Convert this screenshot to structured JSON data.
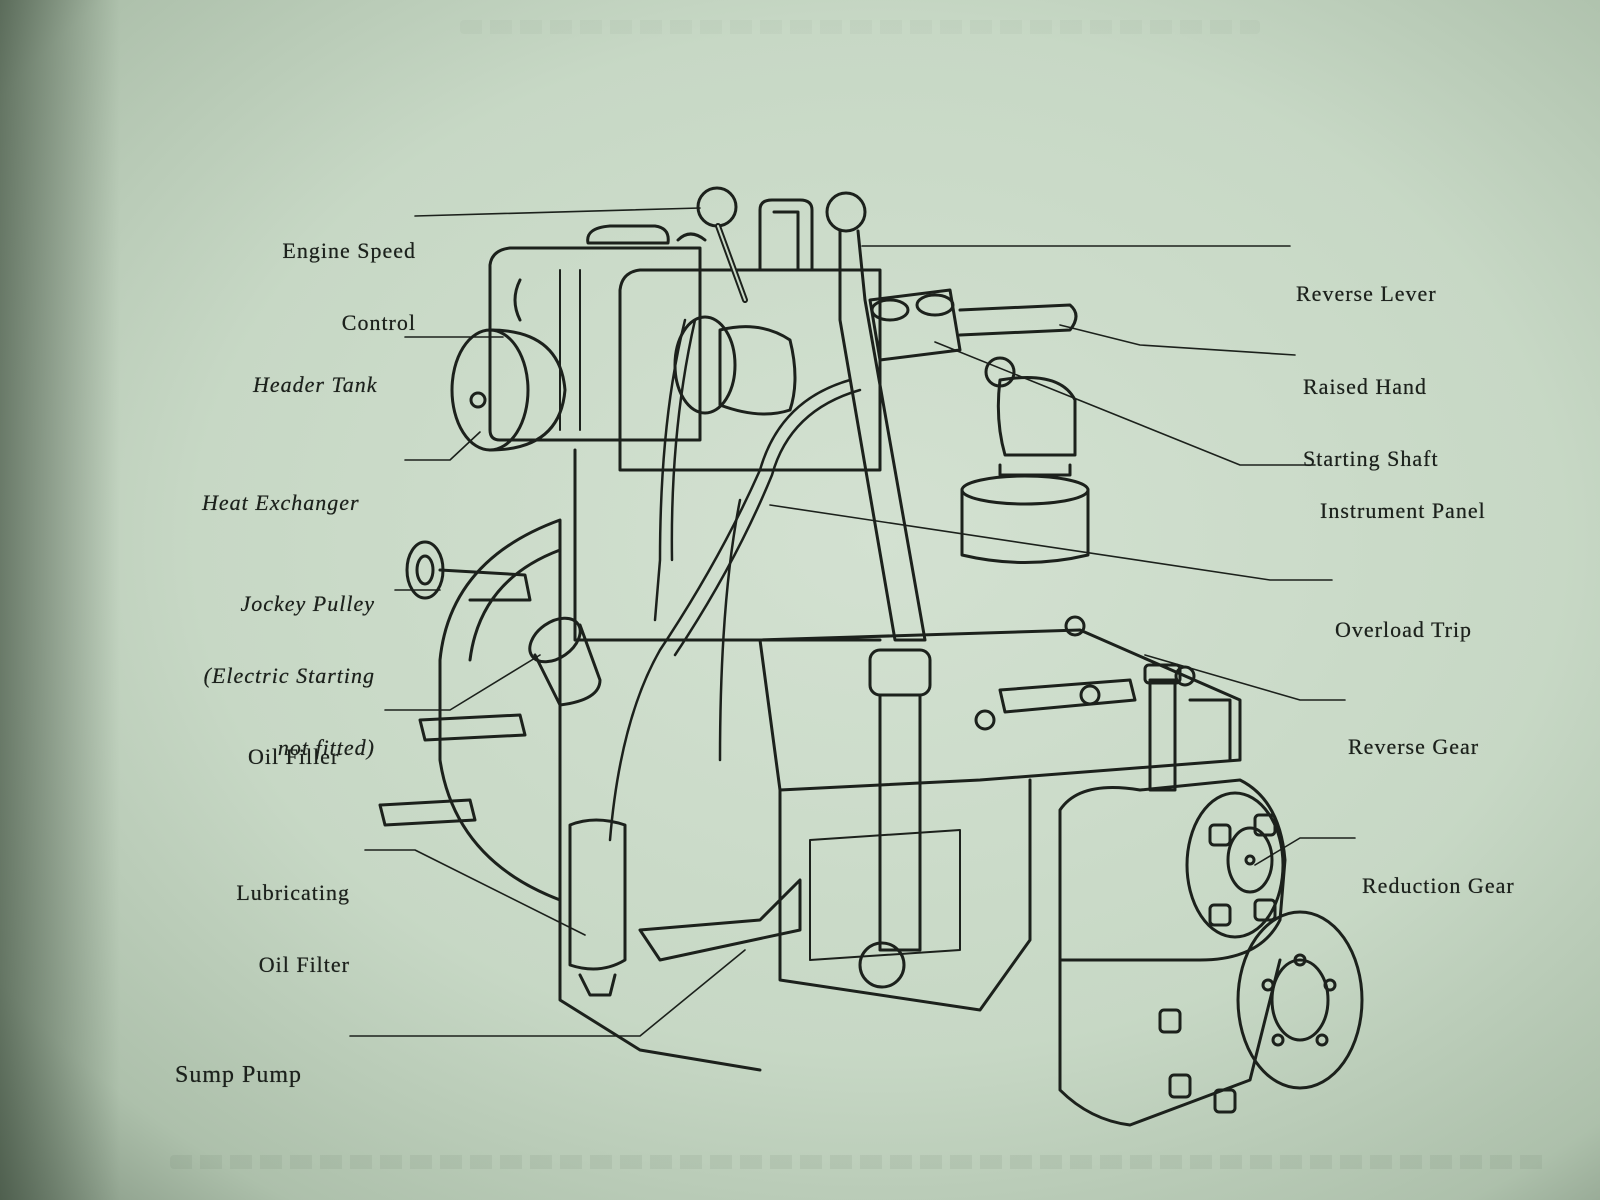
{
  "diagram": {
    "subject": "marine diesel engine with reverse and reduction gear (line drawing)",
    "ink_color": "#1c211c",
    "paper_color": "#c8d8c6",
    "labels_left": [
      {
        "id": "engine-speed-control",
        "lines": [
          "Engine Speed",
          "Control"
        ]
      },
      {
        "id": "header-tank",
        "lines": [
          "Header Tank"
        ]
      },
      {
        "id": "heat-exchanger",
        "lines": [
          "Heat Exchanger"
        ]
      },
      {
        "id": "jockey-pulley",
        "lines": [
          "Jockey Pulley",
          "(Electric Starting",
          "not fitted)"
        ]
      },
      {
        "id": "oil-filler",
        "lines": [
          "Oil Filler"
        ]
      },
      {
        "id": "lubricating-oil-filter",
        "lines": [
          "Lubricating",
          "Oil Filter"
        ]
      },
      {
        "id": "sump-pump",
        "lines": [
          "Sump Pump"
        ]
      }
    ],
    "labels_right": [
      {
        "id": "reverse-lever",
        "lines": [
          "Reverse Lever"
        ]
      },
      {
        "id": "raised-hand-starting-shaft",
        "lines": [
          "Raised Hand",
          "Starting Shaft"
        ]
      },
      {
        "id": "instrument-panel",
        "lines": [
          "Instrument Panel"
        ]
      },
      {
        "id": "overload-trip",
        "lines": [
          "Overload Trip"
        ]
      },
      {
        "id": "reverse-gear",
        "lines": [
          "Reverse Gear"
        ]
      },
      {
        "id": "reduction-gear",
        "lines": [
          "Reduction Gear"
        ]
      }
    ]
  }
}
